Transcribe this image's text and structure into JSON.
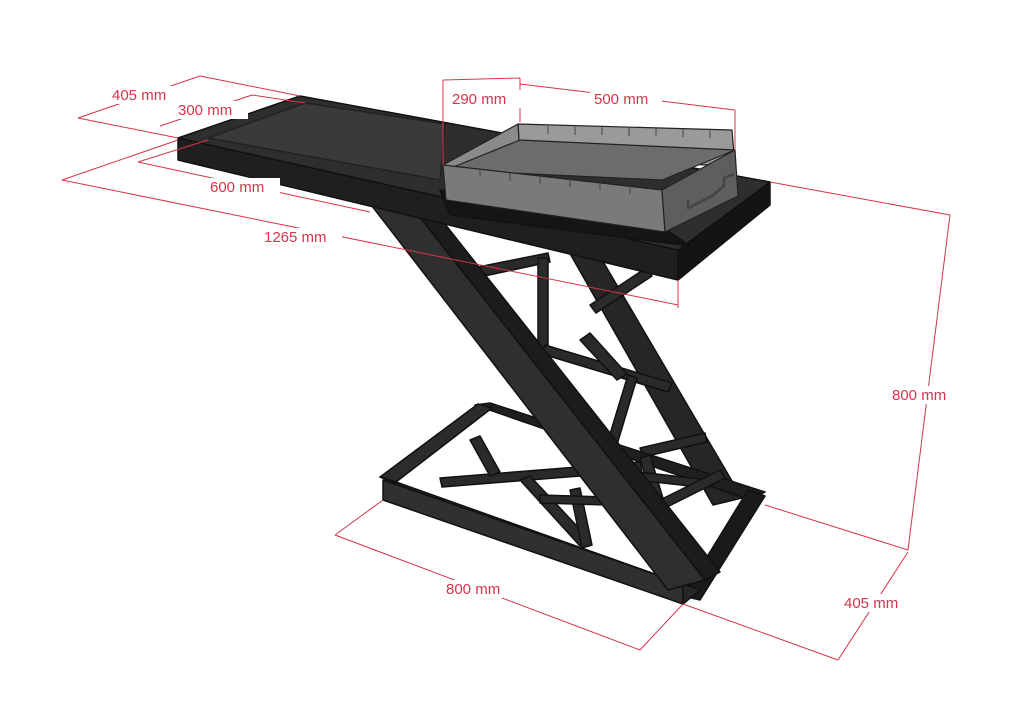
{
  "diagram": {
    "dimension_labels": {
      "top_depth": "405 mm",
      "worktop_inner": "300 mm",
      "worktop_length": "600 mm",
      "total_length": "1265 mm",
      "grill_width": "290 mm",
      "grill_length": "500 mm",
      "height": "800 mm",
      "base_length": "800 mm",
      "base_depth": "405 mm"
    },
    "colors": {
      "dimension": "#d8334a",
      "steel": "#2b2b2b",
      "steel_edge": "#111111",
      "worktop": "#333333",
      "grill_box": "#7d7d7d"
    }
  }
}
